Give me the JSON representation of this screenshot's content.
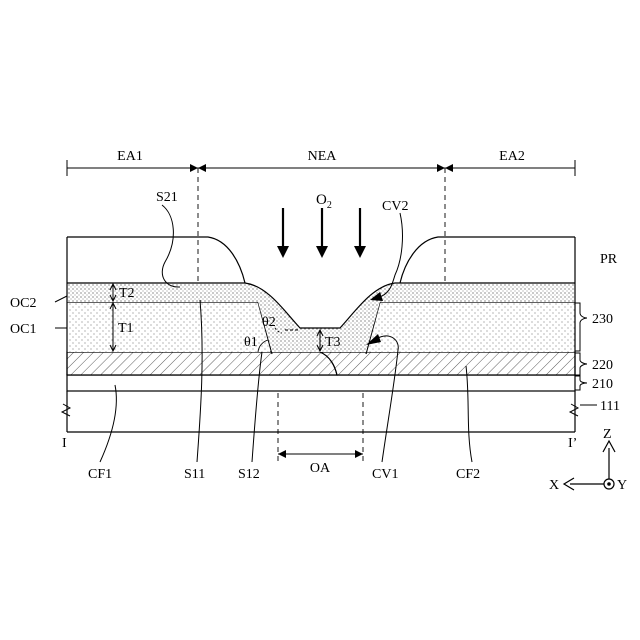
{
  "labels": {
    "ea1": "EA1",
    "nea": "NEA",
    "ea2": "EA2",
    "o2_main": "O",
    "o2_sub": "2",
    "s21": "S21",
    "cv2": "CV2",
    "pr": "PR",
    "oc2": "OC2",
    "oc1": "OC1",
    "t2": "T2",
    "t1": "T1",
    "t3": "T3",
    "theta1": "θ1",
    "theta2": "θ2",
    "ref_230": "230",
    "ref_220": "220",
    "ref_210": "210",
    "ref_111": "111",
    "i_left": "I",
    "i_right": "I’",
    "cf1": "CF1",
    "s11": "S11",
    "s12": "S12",
    "oa": "OA",
    "cv1": "CV1",
    "cf2": "CF2",
    "axis_z": "Z",
    "axis_x": "X",
    "axis_y": "Y"
  }
}
